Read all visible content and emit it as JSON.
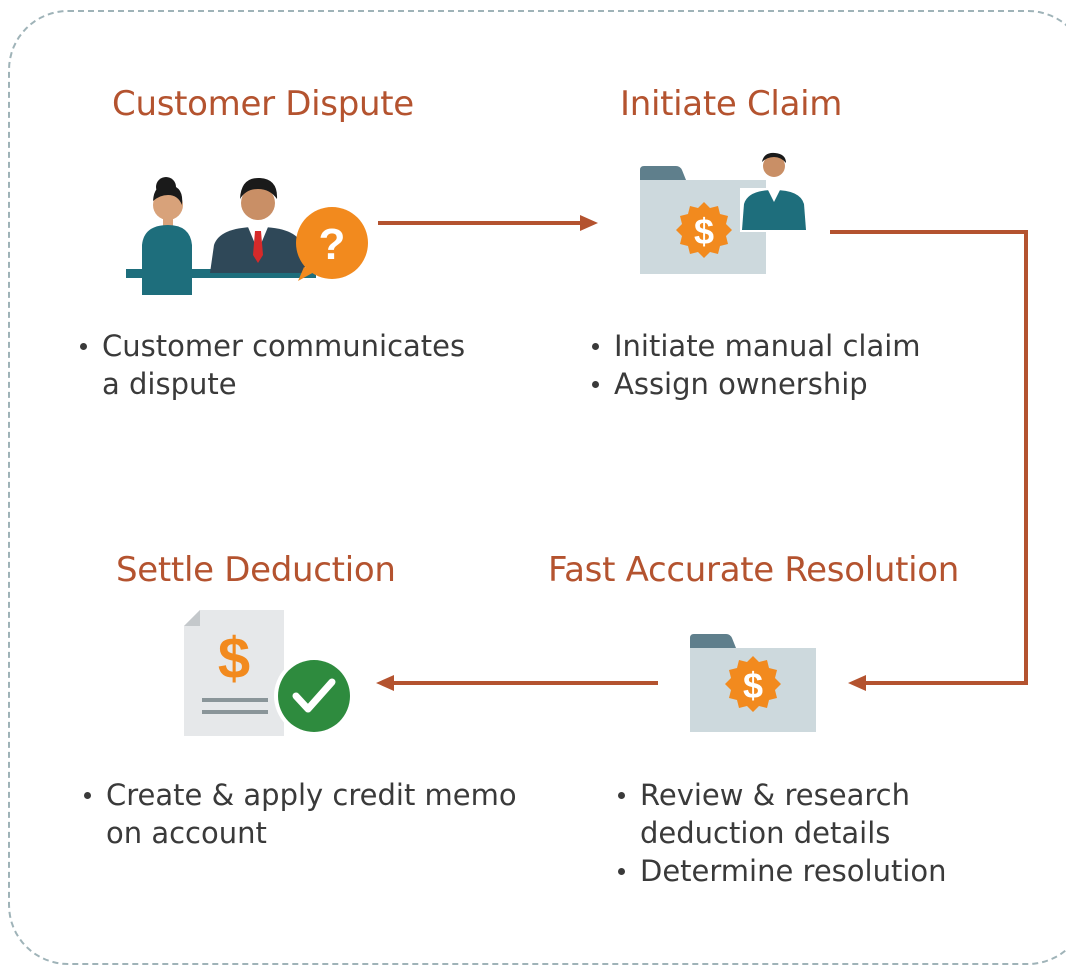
{
  "steps": {
    "customer_dispute": {
      "title": "Customer Dispute",
      "bullets": [
        "Customer communicates",
        "a dispute"
      ],
      "icon": "question-mark-icon"
    },
    "initiate_claim": {
      "title": "Initiate Claim",
      "bullets": [
        "Initiate manual claim",
        "Assign ownership"
      ],
      "icon": "claim-folder-icon"
    },
    "fast_resolution": {
      "title": "Fast Accurate Resolution",
      "bullets": [
        "Review & research",
        "deduction details",
        "Determine resolution"
      ],
      "icon": "dollar-folder-icon"
    },
    "settle_deduction": {
      "title": "Settle Deduction",
      "bullets": [
        "Create & apply credit memo",
        "on account"
      ],
      "icon": "check-document-icon"
    }
  },
  "colors": {
    "title": "#b4532f",
    "arrow": "#b4532f",
    "orange": "#f28a1e",
    "teal": "#1e6e7c",
    "folder": "#cdd9dd",
    "check": "#2e8b3e"
  }
}
